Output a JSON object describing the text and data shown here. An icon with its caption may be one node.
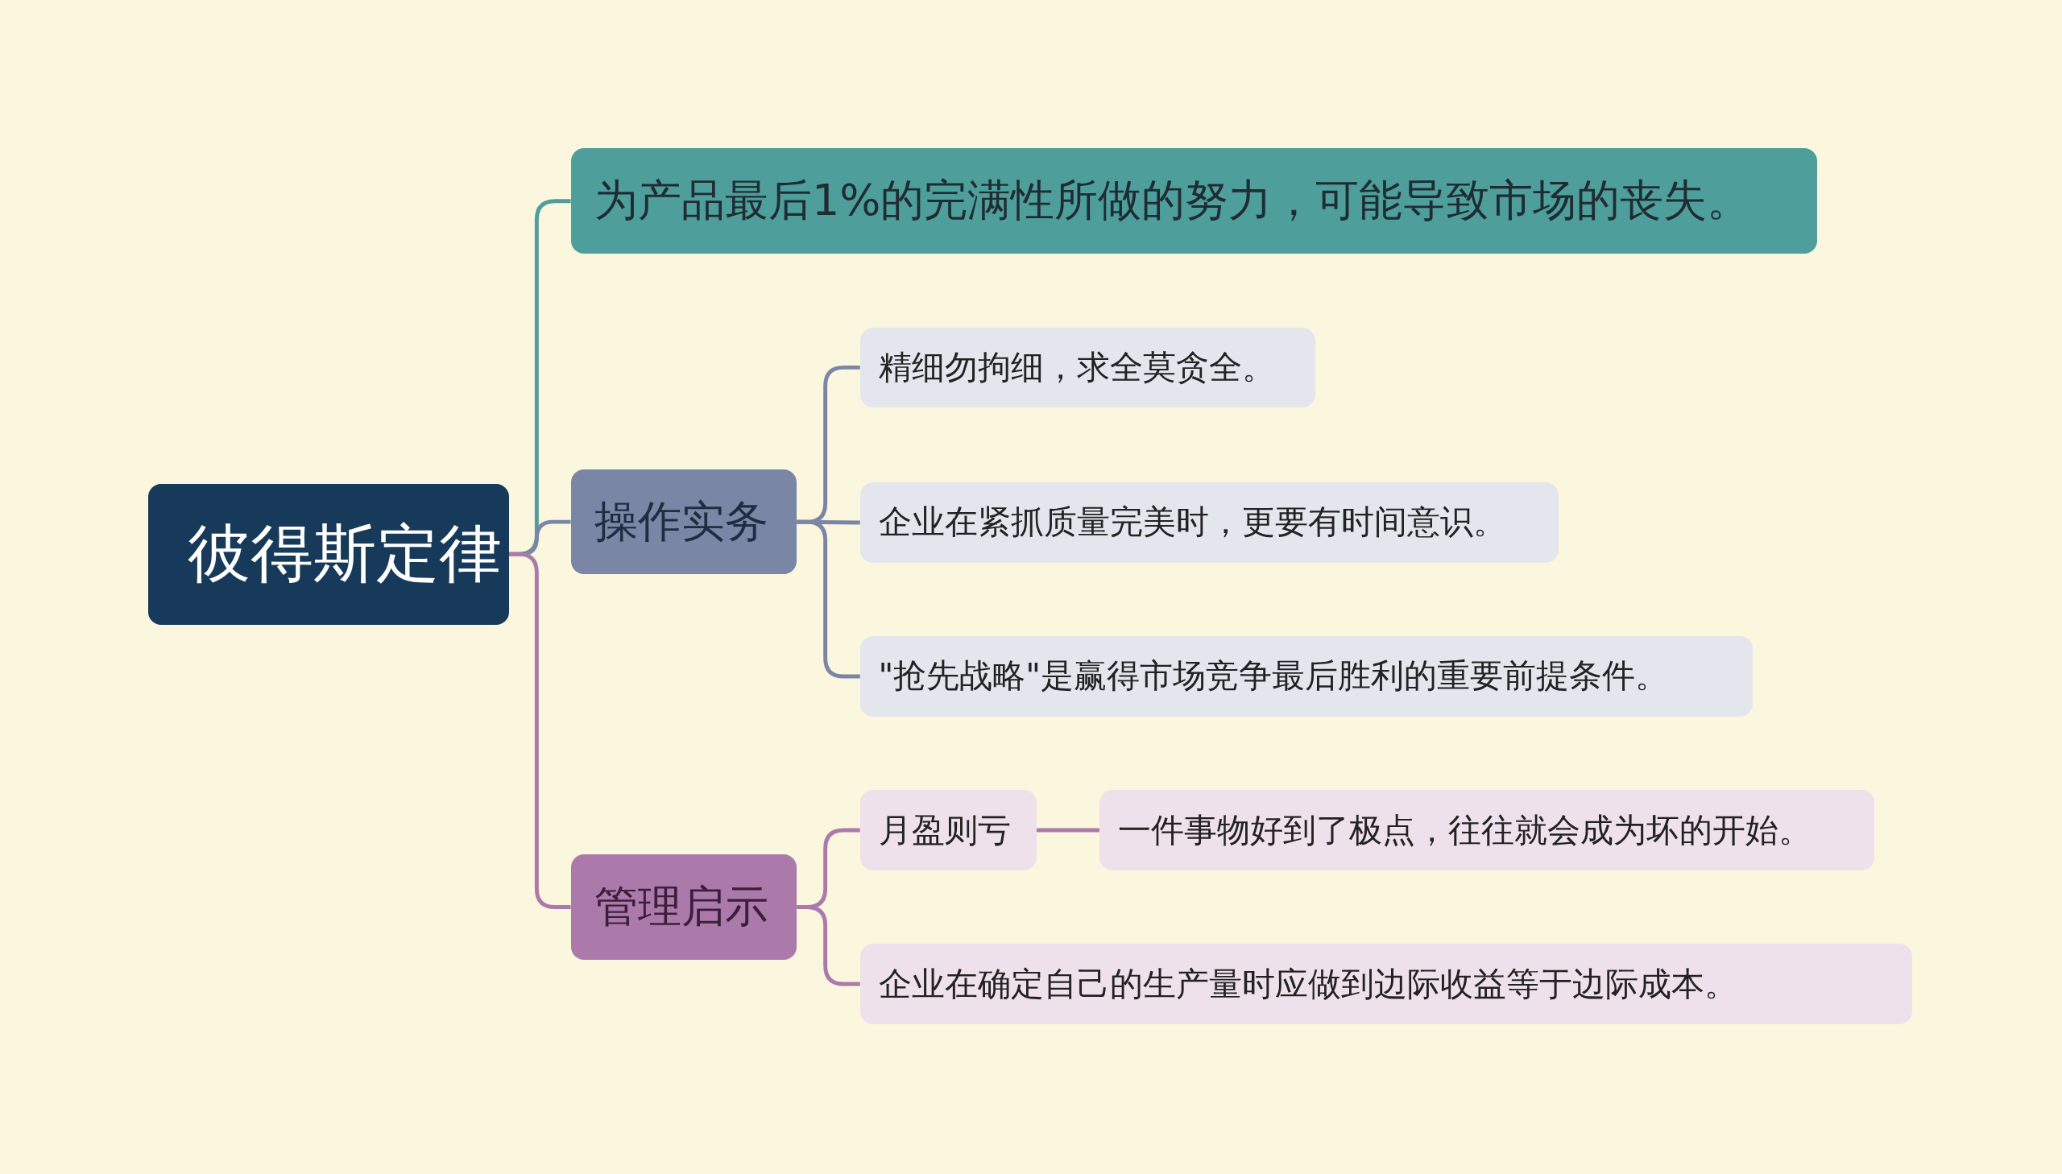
{
  "diagram": {
    "nodes": [
      {
        "text": [
          "彼得斯定律"
        ]
      },
      {
        "text": [
          "为产品最后1%的完满性所做的努力，可能导致市场的丧失。"
        ]
      },
      {
        "text": [
          "操作实务"
        ]
      },
      {
        "text": [
          "精细勿拘细，求全莫贪全。"
        ]
      },
      {
        "text": [
          "企业在紧抓质量完美时，更要有时间意识。"
        ]
      },
      {
        "text": [
          "\"抢先战略\"是赢得市场竞争最后胜利的重要前提条件。"
        ]
      },
      {
        "text": [
          "管理启示"
        ]
      },
      {
        "text": [
          "月盈则亏"
        ]
      },
      {
        "text": [
          "一件事物好到了极点，往往就会成为坏的开始。"
        ]
      },
      {
        "text": [
          "企业在确定自己的生产量时应做到边际收益等于边际成本。"
        ]
      }
    ],
    "edges": [
      {
        "from": 0,
        "to": 1,
        "arrow": "none",
        "color": "#4e9e9b"
      },
      {
        "from": 0,
        "to": 2,
        "arrow": "none",
        "color": "#7a86a6"
      },
      {
        "from": 0,
        "to": 6,
        "arrow": "none",
        "color": "#ab7aab"
      },
      {
        "from": 2,
        "to": 3,
        "arrow": "none",
        "color": "#7a86a6"
      },
      {
        "from": 2,
        "to": 4,
        "arrow": "none",
        "color": "#7a86a6"
      },
      {
        "from": 2,
        "to": 5,
        "arrow": "none",
        "color": "#7a86a6"
      },
      {
        "from": 6,
        "to": 7,
        "arrow": "none",
        "color": "#ab7aab"
      },
      {
        "from": 6,
        "to": 9,
        "arrow": "none",
        "color": "#ab7aab"
      },
      {
        "from": 7,
        "to": 8,
        "arrow": "none",
        "color": "#ab7aab"
      }
    ]
  }
}
